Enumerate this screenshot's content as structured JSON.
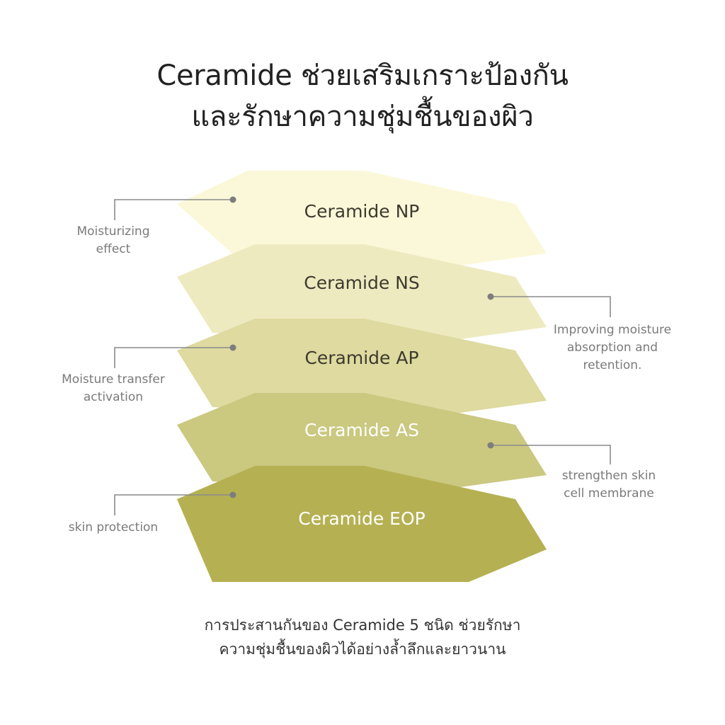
{
  "title": {
    "line1": "Ceramide ช่วยเสริมเกราะป้องกัน",
    "line2": "และรักษาความชุ่มชื้นของผิว"
  },
  "layers": [
    {
      "label": "Ceramide NP",
      "fill": "#fbf8d9",
      "text_color": "#3d3a2e"
    },
    {
      "label": "Ceramide NS",
      "fill": "#eeeac0",
      "text_color": "#3d3a2e"
    },
    {
      "label": "Ceramide AP",
      "fill": "#dedaa0",
      "text_color": "#3d3a2e"
    },
    {
      "label": "Ceramide AS",
      "fill": "#cbc880",
      "text_color": "#ffffff"
    },
    {
      "label": "Ceramide EOP",
      "fill": "#b5b153",
      "text_color": "#ffffff"
    }
  ],
  "callouts": {
    "moisturizing": {
      "line1": "Moisturizing",
      "line2": "effect"
    },
    "improving": {
      "line1": "Improving moisture",
      "line2": "absorption and",
      "line3": "retention."
    },
    "transfer": {
      "line1": "Moisture transfer",
      "line2": "activation"
    },
    "strengthen": {
      "line1": "strengthen skin",
      "line2": "cell membrane"
    },
    "protection": {
      "line1": "skin protection"
    }
  },
  "colors": {
    "connector": "#8a8a8a",
    "dot": "#7d7d7d"
  },
  "footer": {
    "line1": "การประสานกันของ Ceramide 5 ชนิด ช่วยรักษา",
    "line2": "ความชุ่มชื้นของผิวได้อย่างล้ำลึกและยาวนาน"
  }
}
